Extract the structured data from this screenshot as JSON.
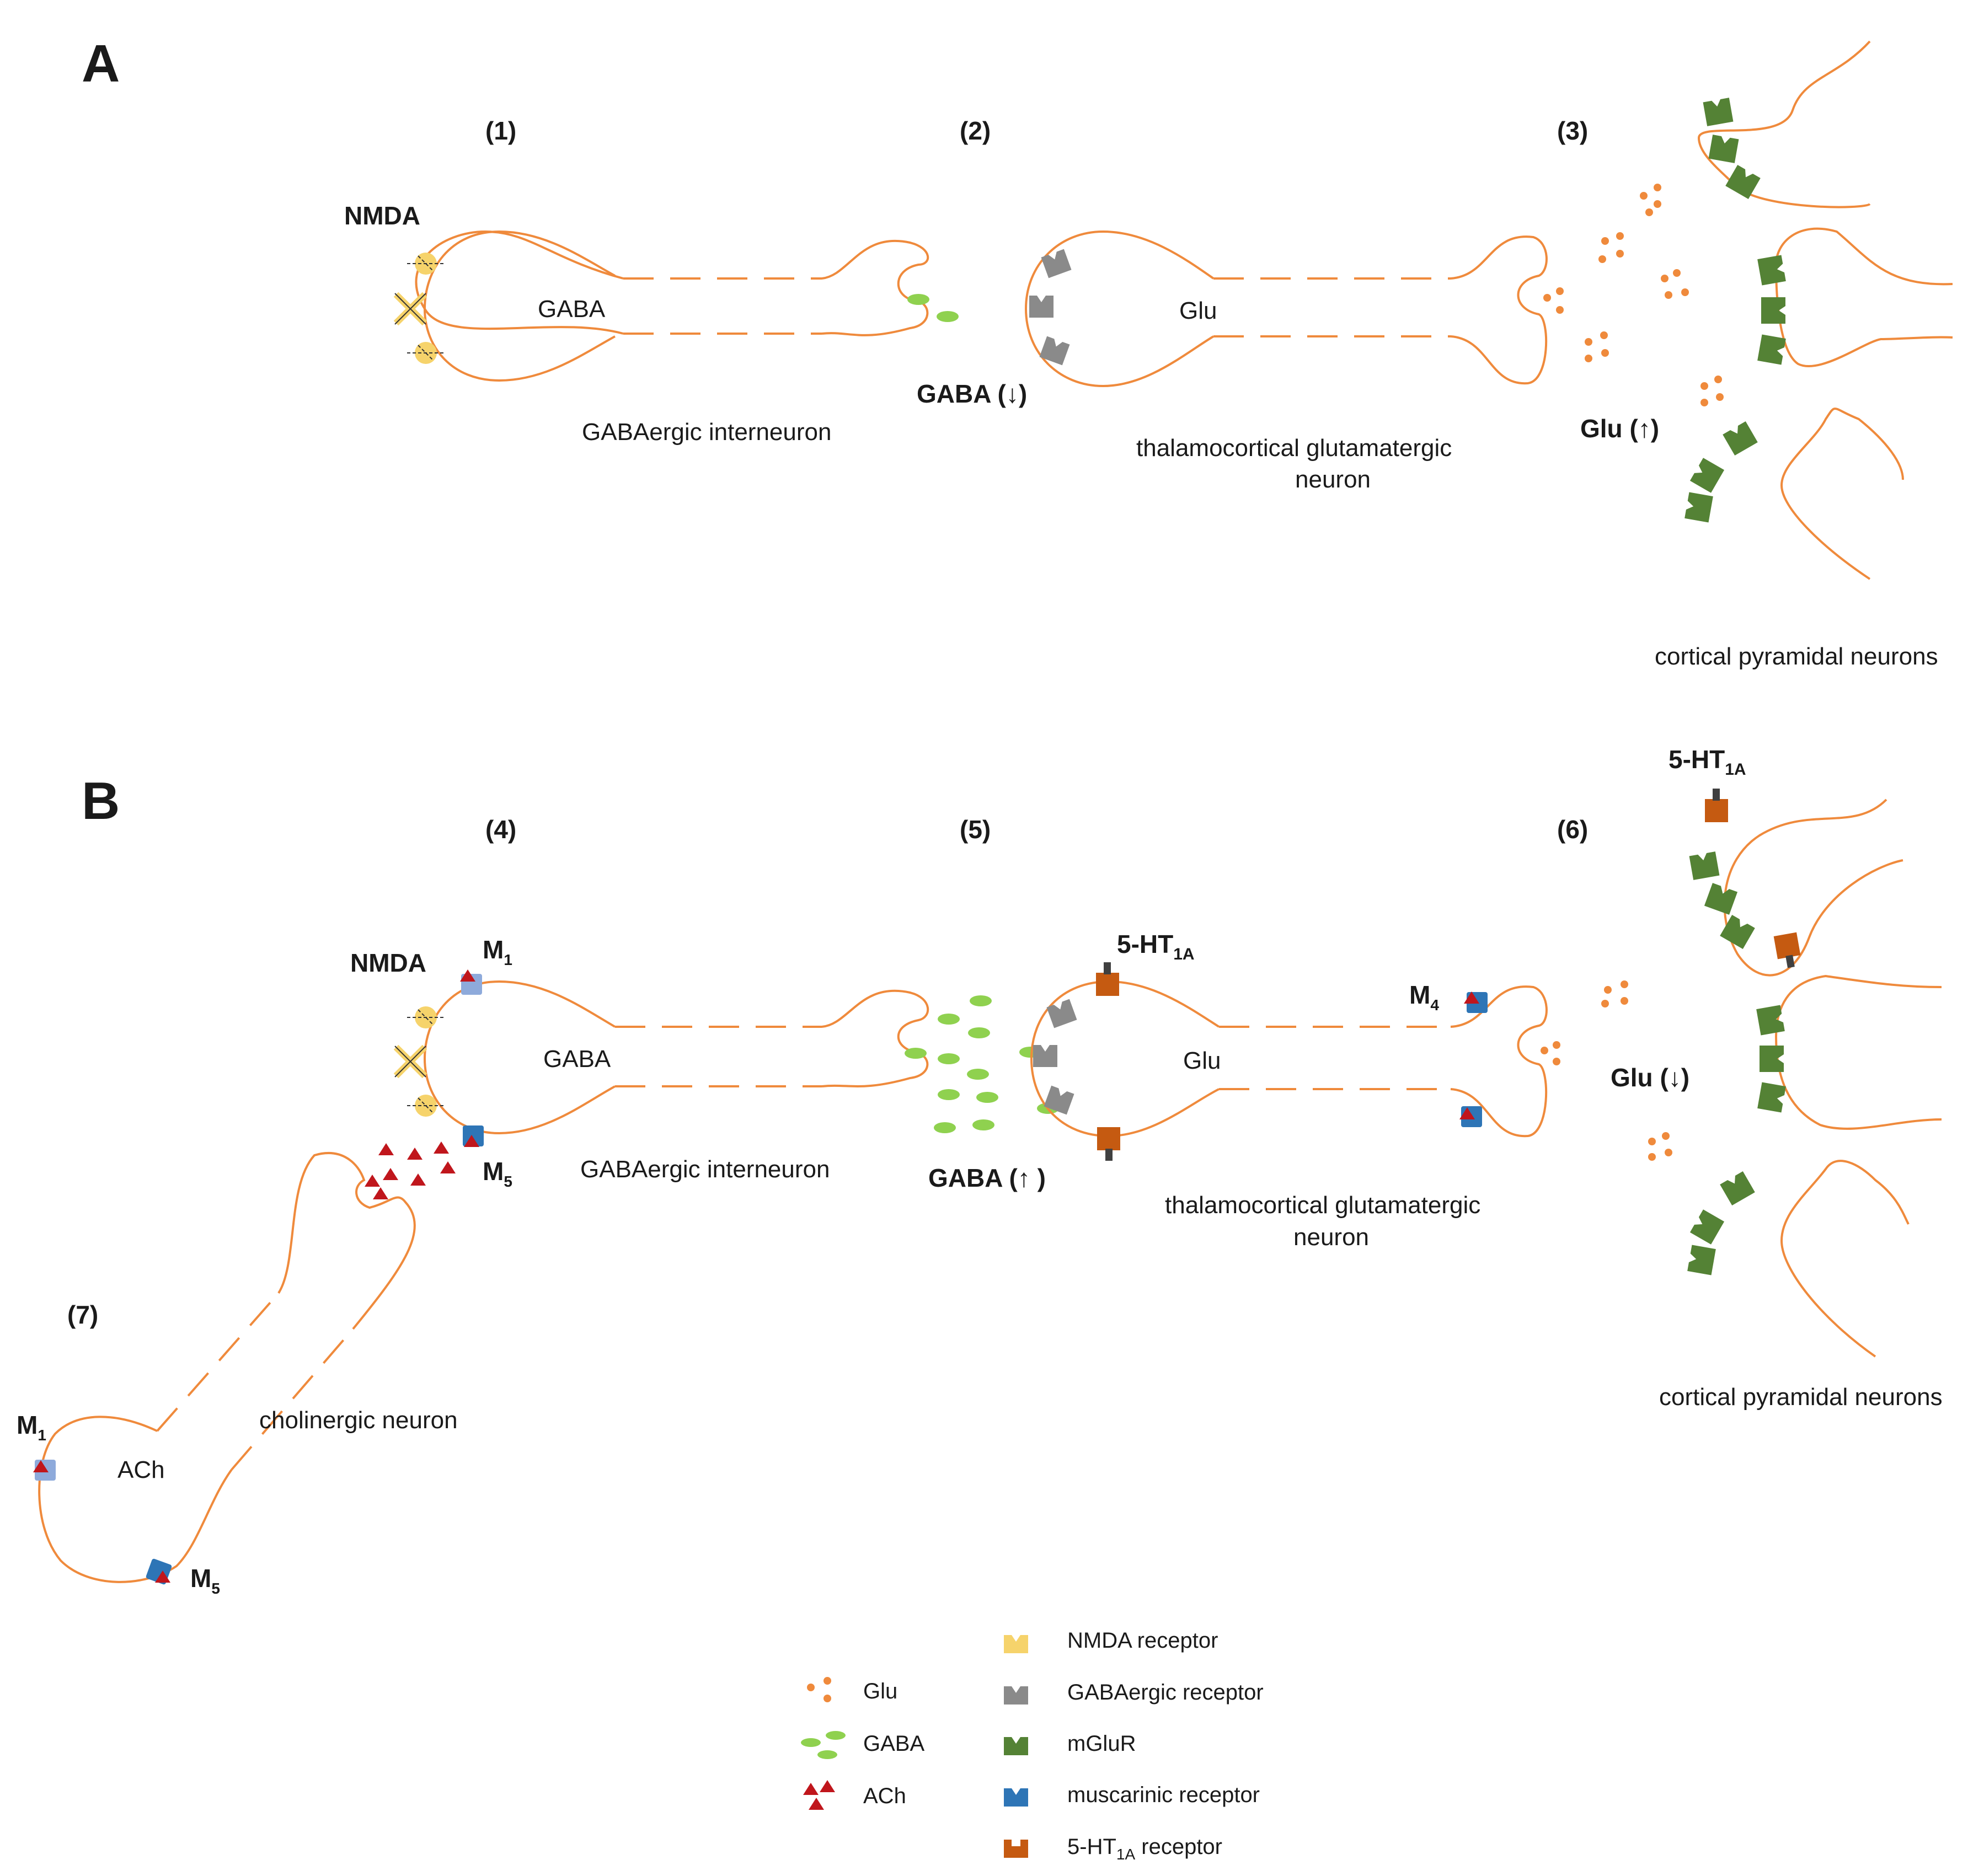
{
  "panels": {
    "a": "A",
    "b": "B"
  },
  "steps": {
    "s1": "(1)",
    "s2": "(2)",
    "s3": "(3)",
    "s4": "(4)",
    "s5": "(5)",
    "s6": "(6)",
    "s7": "(7)"
  },
  "panel_a": {
    "nmda": "NMDA",
    "gaba_soma": "GABA",
    "gaba_caption": "GABAergic interneuron",
    "gaba_release": "GABA (↓)",
    "glu_soma": "Glu",
    "thal_line1": "thalamocortical glutamatergic",
    "thal_line2": "neuron",
    "glu_release": "Glu (↑)",
    "cortical": "cortical pyramidal neurons"
  },
  "panel_b": {
    "nmda": "NMDA",
    "m1": "M",
    "m1_sub": "1",
    "m5": "M",
    "m5_sub": "5",
    "gaba_soma": "GABA",
    "gaba_caption": "GABAergic interneuron",
    "gaba_release": "GABA (↑ )",
    "ht_top": "5-HT",
    "ht_top_sub": "1A",
    "glu_soma": "Glu",
    "m4": "M",
    "m4_sub": "4",
    "thal_line1": "thalamocortical glutamatergic",
    "thal_line2": "neuron",
    "glu_release": "Glu (↓)",
    "ht_cortex": "5-HT",
    "ht_cortex_sub": "1A",
    "cortical": "cortical pyramidal neurons",
    "ach_soma": "ACh",
    "chol_caption": "cholinergic neuron",
    "chol_m1": "M",
    "chol_m1_sub": "1",
    "chol_m5": "M",
    "chol_m5_sub": "5"
  },
  "legend": {
    "glu": "Glu",
    "gaba": "GABA",
    "ach": "ACh",
    "nmda": "NMDA receptor",
    "gabar": "GABAergic receptor",
    "mglur": "mGluR",
    "musc": "muscarinic receptor",
    "ht": "5-HT",
    "ht_sub": "1A",
    "ht_suffix": " receptor"
  },
  "colors": {
    "membrane": "#ef8a3c",
    "glu": "#ef8a3c",
    "gaba": "#8fd14f",
    "ach": "#c0161c",
    "nmda": "#f6d36b",
    "gaba_receptor": "#8a8a8a",
    "mglur": "#548235",
    "muscarinic": "#2e75b6",
    "muscarinic_light": "#8eaadb",
    "ht1a": "#c55a11"
  }
}
